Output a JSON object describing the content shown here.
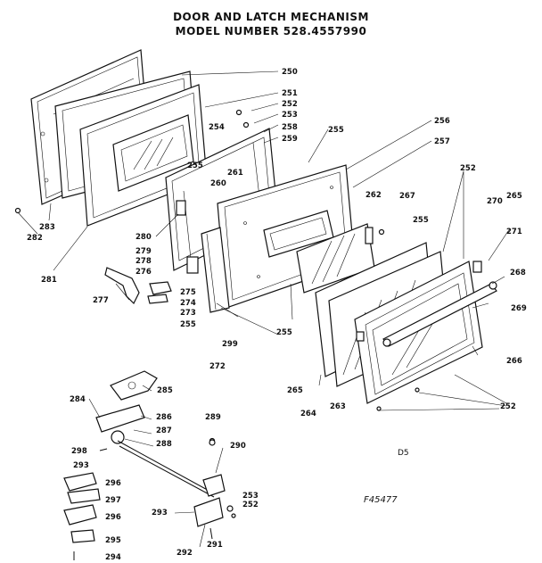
{
  "title_line1": "DOOR AND LATCH MECHANISM",
  "title_line2": "MODEL NUMBER 528.4557990",
  "code_mark": "D5",
  "figure_ref": "F45477",
  "callouts": {
    "c250": "250",
    "c251": "251",
    "c252a": "252",
    "c253a": "253",
    "c254": "254",
    "c258": "258",
    "c259": "259",
    "c255a": "255",
    "c256": "256",
    "c257": "257",
    "c255b": "255",
    "c261": "261",
    "c260": "260",
    "c283": "283",
    "c282": "282",
    "c281": "281",
    "c280": "280",
    "c279": "279",
    "c278": "278",
    "c276": "276",
    "c277": "277",
    "c275": "275",
    "c274": "274",
    "c273": "273",
    "c255c": "255",
    "c272": "272",
    "c299": "299",
    "c255d": "255",
    "c262": "262",
    "c267": "267",
    "c255e": "255",
    "c252b": "252",
    "c270": "270",
    "c265a": "265",
    "c271": "271",
    "c268": "268",
    "c269": "269",
    "c266": "266",
    "c252c": "252",
    "c265b": "265",
    "c264": "264",
    "c263": "263",
    "c284": "284",
    "c285": "285",
    "c286": "286",
    "c287": "287",
    "c298": "298",
    "c288": "288",
    "c289": "289",
    "c290": "290",
    "c293a": "293",
    "c296a": "296",
    "c297": "297",
    "c296b": "296",
    "c295": "295",
    "c294": "294",
    "c293b": "293",
    "c253b": "253",
    "c252d": "252",
    "c291": "291",
    "c292": "292"
  }
}
